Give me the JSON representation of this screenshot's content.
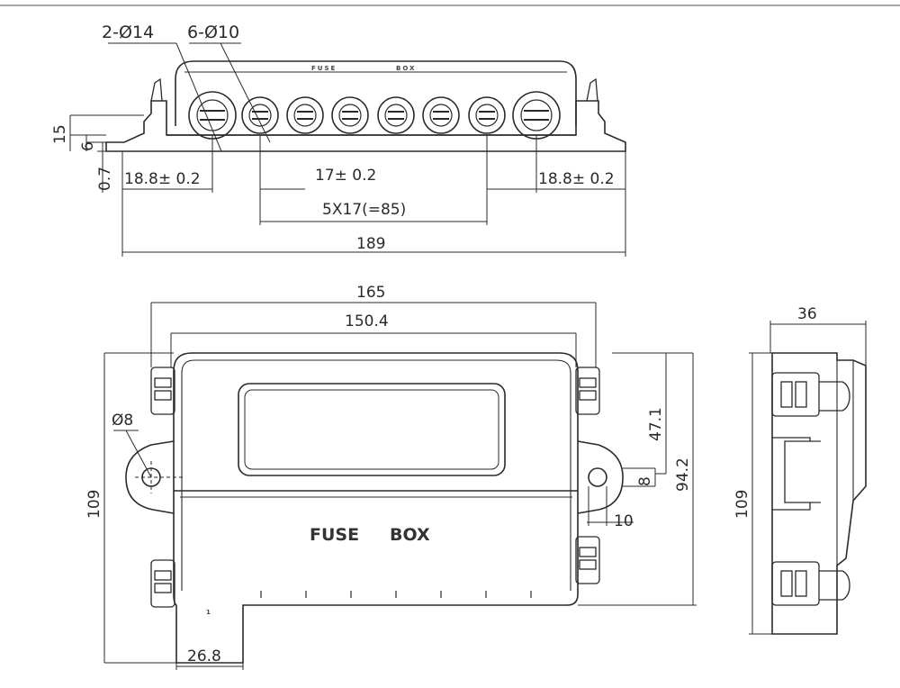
{
  "labels": {
    "holes_large": "2-Ø14",
    "holes_small": "6-Ø10",
    "height_15": "15",
    "height_6": "6",
    "height_07": "0.7",
    "pitch_left": "18.8± 0.2",
    "pitch_mid": "17± 0.2",
    "pitch_right": "18.8± 0.2",
    "pitch_total": "5X17(=85)",
    "length_total": "189",
    "width_165": "165",
    "width_1504": "150.4",
    "dia_8": "Ø8",
    "height_109": "109",
    "height_471": "47.1",
    "height_942": "94.2",
    "dim_8": "8",
    "dim_10": "10",
    "dim_268": "26.8",
    "depth_36": "36",
    "side_height_109": "109"
  },
  "embossing": {
    "fuse": "FUSE",
    "box": "BOX",
    "top_fuse": "FUSE",
    "top_box": "BOX",
    "mark_1": "1"
  },
  "colors": {
    "line": "#2a2a2a",
    "thin": "#555555",
    "background": "#ffffff"
  }
}
